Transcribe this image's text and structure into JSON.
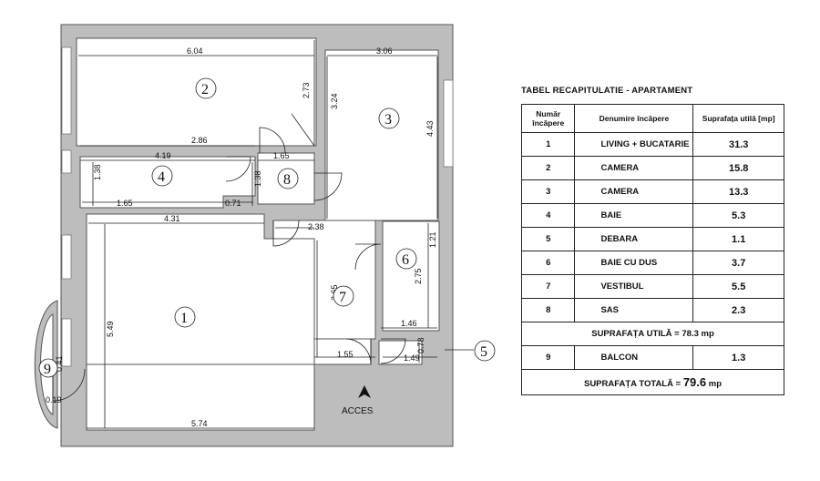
{
  "plan": {
    "rooms": [
      {
        "id": "1",
        "name": "LIVING + BUCATARIE"
      },
      {
        "id": "2",
        "name": "CAMERA"
      },
      {
        "id": "3",
        "name": "CAMERA"
      },
      {
        "id": "4",
        "name": "BAIE"
      },
      {
        "id": "5",
        "name": "DEBARA"
      },
      {
        "id": "6",
        "name": "BAIE CU DUS"
      },
      {
        "id": "7",
        "name": "VESTIBUL"
      },
      {
        "id": "8",
        "name": "SAS"
      },
      {
        "id": "9",
        "name": "BALCON"
      }
    ],
    "dimensions": {
      "d604": "6.04",
      "d306": "3.06",
      "d273": "2.73",
      "d324": "3.24",
      "d443": "4.43",
      "d286": "2.86",
      "d419": "4.19",
      "d165a": "1.65",
      "d138a": "1.38",
      "d138b": "1.38",
      "d165b": "1.65",
      "d071": "0.71",
      "d431": "4.31",
      "d238": "2.38",
      "d121": "1.21",
      "d275": "2.75",
      "d365": "3.65",
      "d549": "5.49",
      "d146": "1.46",
      "d078": "0.78",
      "d155": "1.55",
      "d149": "1.49",
      "d041": "0.41",
      "d019": "0.19",
      "d574": "5.74"
    },
    "acces_label": "ACCES"
  },
  "table": {
    "title": "TABEL RECAPITULATIE - APARTAMENT",
    "headers": {
      "number": "Număr încăpere",
      "name": "Denumire încăpere",
      "area": "Suprafața utilă [mp]"
    },
    "rows": [
      {
        "nr": "1",
        "name": "LIVING + BUCATARIE",
        "area": "31.3"
      },
      {
        "nr": "2",
        "name": "CAMERA",
        "area": "15.8"
      },
      {
        "nr": "3",
        "name": "CAMERA",
        "area": "13.3"
      },
      {
        "nr": "4",
        "name": "BAIE",
        "area": "5.3"
      },
      {
        "nr": "5",
        "name": "DEBARA",
        "area": "1.1"
      },
      {
        "nr": "6",
        "name": "BAIE CU DUS",
        "area": "3.7"
      },
      {
        "nr": "7",
        "name": "VESTIBUL",
        "area": "5.5"
      },
      {
        "nr": "8",
        "name": "SAS",
        "area": "2.3"
      }
    ],
    "useful_total": "SUPRAFAȚA UTILĂ = 78.3 mp",
    "balcony": {
      "nr": "9",
      "name": "BALCON",
      "area": "1.3"
    },
    "grand_total_label": "SUPRAFAȚA TOTALĂ =",
    "grand_total_value": "79.6",
    "grand_total_unit": "mp"
  }
}
